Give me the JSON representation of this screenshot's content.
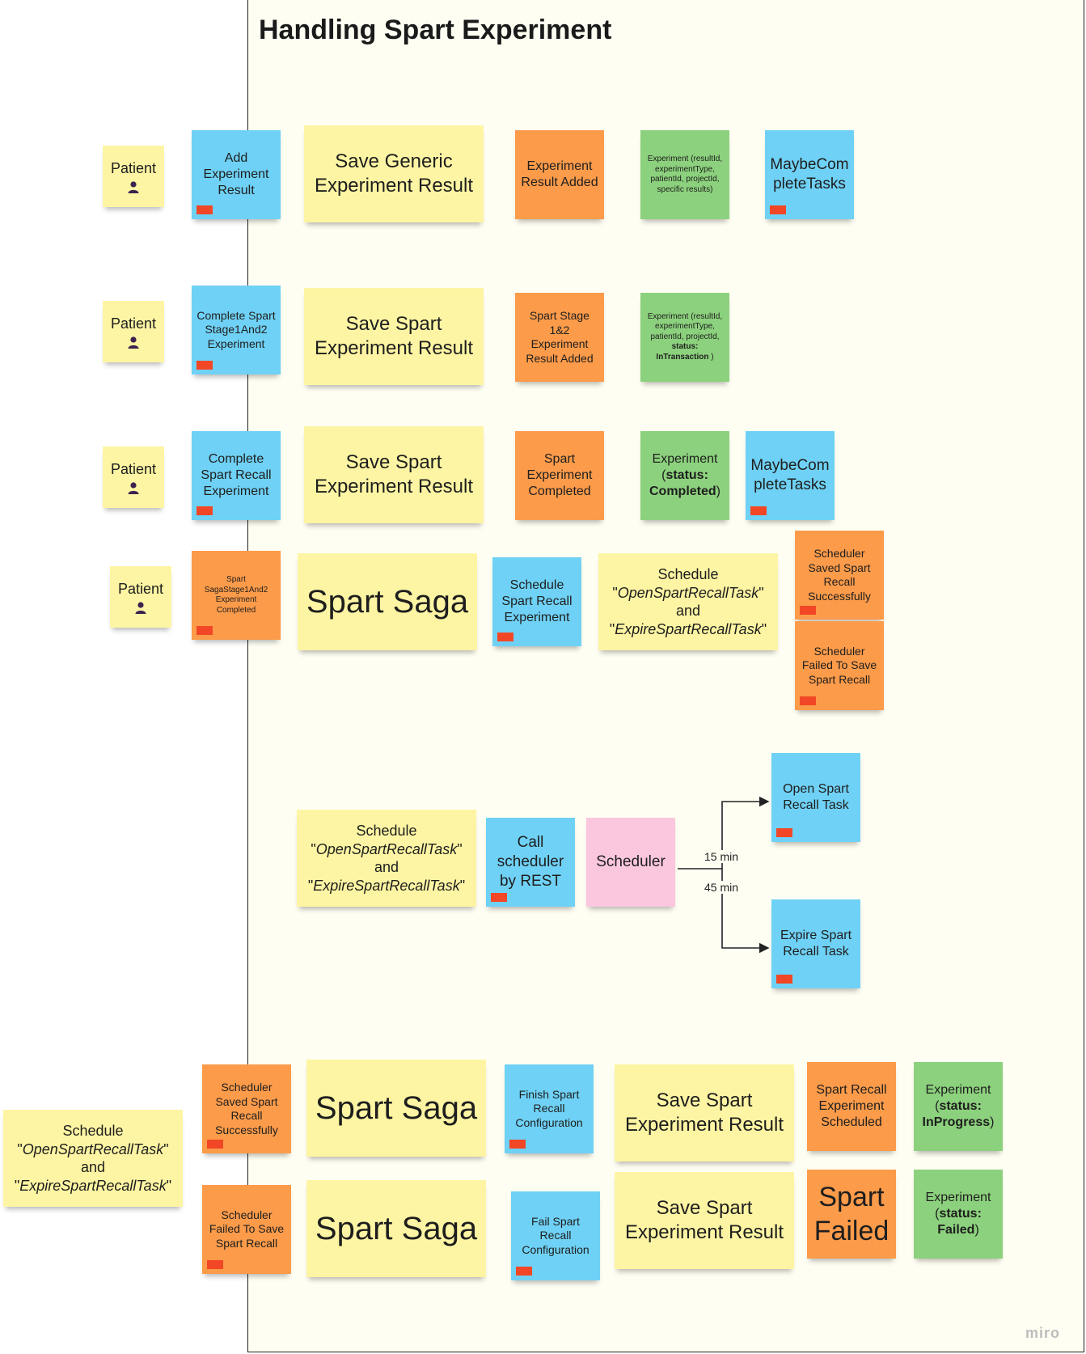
{
  "board": {
    "title": "Handling Spart Experiment",
    "logo": "miro"
  },
  "actor": "Patient",
  "row1": {
    "command": "Add Experiment Result",
    "aggregate": "Save Generic Experiment Result",
    "event": "Experiment Result Added",
    "model": "Experiment (resultId, experimentType, patientId, projectId, specific results)",
    "policy": "MaybeCompleteTasks"
  },
  "row2": {
    "command": "Complete Spart Stage1And2 Experiment",
    "aggregate": "Save Spart Experiment Result",
    "event": "Spart Stage 1&2 Experiment Result Added",
    "model_prefix": "Experiment (resultId, experimentType, patientId, projectId,",
    "model_status": "status: InTransaction",
    "model_suffix": ")"
  },
  "row3": {
    "command": "Complete Spart Recall Experiment",
    "aggregate": "Save Spart Experiment Result",
    "event": "Spart Experiment Completed",
    "model_prefix": "Experiment (",
    "model_status": "status: Completed",
    "model_suffix": ")",
    "policy": "MaybeCompleteTasks"
  },
  "row4": {
    "event_in": "Spart SagaStage1And2 Experiment Completed",
    "saga": "Spart Saga",
    "command": "Schedule Spart Recall Experiment",
    "schedule_prefix": "Schedule \"",
    "task_open": "OpenSpartRecallTask",
    "schedule_and": "\" and \"",
    "task_expire": "ExpireSpartRecallTask",
    "schedule_suffix": "\"",
    "event_success": "Scheduler Saved Spart Recall Successfully",
    "event_fail": "Scheduler Failed To Save Spart Recall"
  },
  "row5": {
    "schedule_prefix": "Schedule \"",
    "task_open": "OpenSpartRecallTask",
    "schedule_and": "\" and \"",
    "task_expire": "ExpireSpartRecallTask",
    "schedule_suffix": "\"",
    "command": "Call scheduler by REST",
    "system": "Scheduler",
    "delay_open": "15 min",
    "delay_expire": "45 min",
    "task_open_cmd": "Open Spart Recall Task",
    "task_expire_cmd": "Expire Spart Recall Task"
  },
  "row6": {
    "schedule_prefix": "Schedule \"",
    "task_open": "OpenSpartRecallTask",
    "schedule_and": "\" and \"",
    "task_expire": "ExpireSpartRecallTask",
    "schedule_suffix": "\"",
    "success": {
      "event_in": "Scheduler Saved Spart Recall Successfully",
      "saga": "Spart Saga",
      "command": "Finish Spart Recall Configuration",
      "aggregate": "Save Spart Experiment Result",
      "event": "Spart Recall Experiment Scheduled",
      "model_prefix": "Experiment (",
      "model_status": "status: InProgress",
      "model_suffix": ")"
    },
    "failure": {
      "event_in": "Scheduler Failed To Save Spart Recall",
      "saga": "Spart Saga",
      "command": "Fail Spart Recall Configuration",
      "aggregate": "Save Spart Experiment Result",
      "event": "Spart Failed",
      "model_prefix": "Experiment (",
      "model_status": "status: Failed",
      "model_suffix": ")"
    }
  },
  "colors": {
    "command": "#6fd1f5",
    "event": "#fc9b4a",
    "aggregate": "#fdf5a3",
    "read_model": "#8cd17d",
    "external_system": "#fbc7de",
    "hotspot": "#f24726"
  }
}
